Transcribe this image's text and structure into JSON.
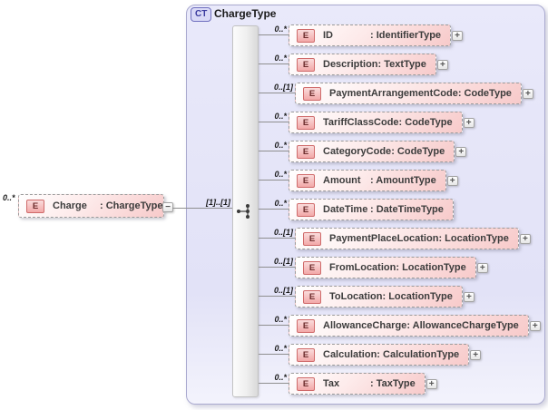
{
  "diagram": {
    "kind": "xml-schema-complex-type",
    "root_element": {
      "occurs": "0..*",
      "badge": "E",
      "name": "Charge",
      "type": ": ChargeType",
      "collapse_glyph": "−"
    },
    "parent_connector": {
      "occurs": "[1]..[1]",
      "compositor": "sequence"
    },
    "complex_type": {
      "badge": "CT",
      "title": "ChargeType",
      "expand_glyph": "+",
      "children": [
        {
          "occurs": "0..*",
          "badge": "E",
          "name": "ID",
          "type": ": IdentifierType",
          "expandable": true
        },
        {
          "occurs": "0..*",
          "badge": "E",
          "name": "Description",
          "type": ": TextType",
          "expandable": true
        },
        {
          "occurs": "0..[1]",
          "badge": "E",
          "name": "PaymentArrangementCode",
          "type": ": CodeType",
          "expandable": true
        },
        {
          "occurs": "0..*",
          "badge": "E",
          "name": "TariffClassCode",
          "type": ": CodeType",
          "expandable": true
        },
        {
          "occurs": "0..*",
          "badge": "E",
          "name": "CategoryCode",
          "type": ": CodeType",
          "expandable": true
        },
        {
          "occurs": "0..*",
          "badge": "E",
          "name": "Amount",
          "type": ": AmountType",
          "expandable": true
        },
        {
          "occurs": "0..*",
          "badge": "E",
          "name": "DateTime",
          "type": ": DateTimeType",
          "expandable": false
        },
        {
          "occurs": "0..[1]",
          "badge": "E",
          "name": "PaymentPlaceLocation",
          "type": ": LocationType",
          "expandable": true
        },
        {
          "occurs": "0..[1]",
          "badge": "E",
          "name": "FromLocation",
          "type": ": LocationType",
          "expandable": true
        },
        {
          "occurs": "0..[1]",
          "badge": "E",
          "name": "ToLocation",
          "type": ": LocationType",
          "expandable": true
        },
        {
          "occurs": "0..*",
          "badge": "E",
          "name": "AllowanceCharge",
          "type": ": AllowanceChargeType",
          "expandable": true
        },
        {
          "occurs": "0..*",
          "badge": "E",
          "name": "Calculation",
          "type": ": CalculationType",
          "expandable": true
        },
        {
          "occurs": "0..*",
          "badge": "E",
          "name": "Tax",
          "type": ": TaxType",
          "expandable": true
        }
      ]
    },
    "colors": {
      "container_fill": "#e5e5f8",
      "container_border": "#a9a9cf",
      "element_fill": "#f7caca",
      "element_border": "#9b9b9b",
      "element_badge_border": "#cf6a6a",
      "element_badge_text": "#6b2b2b",
      "type_badge_border": "#7070bf",
      "type_badge_text": "#3b3b9e",
      "connector_line": "#8f8f8f"
    }
  }
}
